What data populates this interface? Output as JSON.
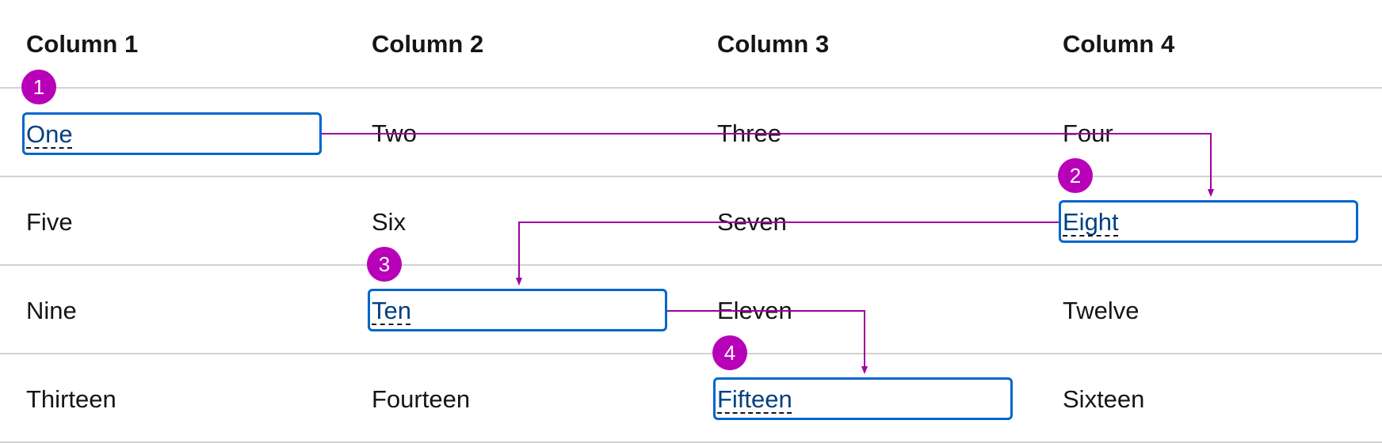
{
  "columns": [
    "Column 1",
    "Column 2",
    "Column 3",
    "Column 4"
  ],
  "rows": [
    [
      "One",
      "Two",
      "Three",
      "Four"
    ],
    [
      "Five",
      "Six",
      "Seven",
      "Eight"
    ],
    [
      "Nine",
      "Ten",
      "Eleven",
      "Twelve"
    ],
    [
      "Thirteen",
      "Fourteen",
      "Fifteen",
      "Sixteen"
    ]
  ],
  "focus_steps": [
    {
      "badge": "1",
      "cell": "One"
    },
    {
      "badge": "2",
      "cell": "Eight"
    },
    {
      "badge": "3",
      "cell": "Ten"
    },
    {
      "badge": "4",
      "cell": "Fifteen"
    }
  ],
  "colors": {
    "focus_border": "#0066cc",
    "badge": "#b800b8",
    "path_line": "#a000a0",
    "row_divider": "#d2d2d2"
  }
}
